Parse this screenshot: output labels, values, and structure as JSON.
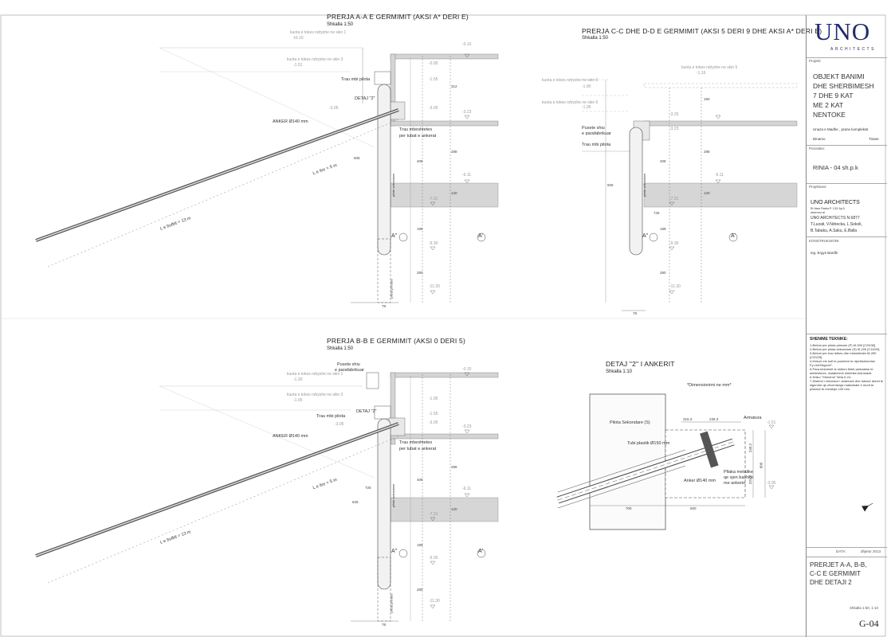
{
  "sections": {
    "aa": {
      "title": "PRERJA A-A E GERMIMIT  (AKSI A* DERI E)",
      "scale": "Shkalla 1:50"
    },
    "cc": {
      "title": "PRERJA C-C DHE D-D E GERMIMIT  (AKSI 5 DERI 9 DHE AKSI A* DERI E)",
      "scale": "Shkalla 1:50"
    },
    "bb": {
      "title": "PRERJA B-B E GERMIMIT (AKSI 0 DERI 5)",
      "scale": "Shkalla 1:50"
    },
    "detail": {
      "title": "DETAJ \"2\" I ANKERIT",
      "scale": "Shkalla 1:10",
      "note": "*Dimensionimi ne mm*"
    }
  },
  "labels": {
    "kuota_skin1": "kuota e tokes ndryshe ne skin 1",
    "kuota_skin3": "kuota e tokes ndryshe ne skin 3",
    "kuota_skin5": "kuota e tokes ndryshe ne skin 5",
    "kuota_skin6": "kuota e tokes ndryshe ne skin 6",
    "trau_mbi_pilota": "Trau mbi pilota",
    "detaj2": "DETAJ \"2\"",
    "anker": "ANKER Ø140 mm",
    "trau_mbeshtetes": "Trau mbeshtetes",
    "per_tubat": "per tubat e ankerat",
    "l_lire": "L e lire = 5 m",
    "l_bulbit": "L e bulbit = 13 m",
    "pusete1": "Pusete shiu",
    "pusete2": "e parafabrikuar",
    "pilota_sekondare": "pilota sekondare",
    "pilota_primare": "pilota primare",
    "axis_a2": "A\"",
    "axis_a1": "A'",
    "pilota_sek_s": "Pilota Sekondare (S)",
    "tubi_plastik": "Tubi plastik Ø150 mm",
    "anker140": "Anker Ø140 mm",
    "armatura": "Armatura",
    "pllaka1": "Pllaka metalike",
    "pllaka2": "qe vjen bashke",
    "pllaka3": "me ankerin"
  },
  "levels": {
    "l1": "±0.10",
    "l2": "-1.51",
    "l3": "-3.05",
    "l4": "-0.10",
    "l5": "-0.95",
    "l6": "-1.55",
    "l7": "-3.05",
    "l8": "-3.23",
    "l9": "-6.11",
    "l10": "-7.31",
    "l11": "-9.30",
    "l12": "-11.30",
    "l13": "-1.30",
    "l14": "-1.95",
    "l15": "-3.25",
    "l16": "-1.90",
    "l17": "-1.16"
  },
  "dims": {
    "d120": "120",
    "d95": "95",
    "d70": "70",
    "d312": "312",
    "d190": "190",
    "d288": "288",
    "d408": "408",
    "d605": "605",
    "d199": "199",
    "d280": "280",
    "d78": "78",
    "d725": "725",
    "d625": "625",
    "d3153": "315.3",
    "d2363": "236.3",
    "d700": "700",
    "d500": "500",
    "d2402": "240.2",
    "d2318": "231.8",
    "d600": "600",
    "d25": "2.5"
  },
  "title_block": {
    "logo": "UNO",
    "logo_sub": "ARCHITECTS",
    "projekt_label": "Projekt:",
    "project_lines": [
      "OBJEKT BANIMI",
      "DHE SHERBIMESH",
      "7 DHE 9 KAT",
      "ME 2 KAT",
      "NENTOKE"
    ],
    "address": "Unaza e Madhe , prane kompleksit",
    "place1": "Dinamo",
    "place2": "Tirane",
    "porosites_label": "Porosites:",
    "client": "RINIA - 04 sh.p.k",
    "projektues_label": "Projektues:",
    "designer": "UNO ARCHITECTS",
    "designer_addr1": "Rr.Vaso Pasha P. 13/1 Ap.5",
    "designer_addr2": "www.uno.al",
    "license": "UNO ARCHITECTS  N.6877",
    "team1": "T.Luzati, V.Ndrecka, L.Sokoli,",
    "team2": "B.Tabaku, A.Saku, E.Balla",
    "konstr_label": "KONSTRUKSIONI",
    "engineer": "ing. Ergys Bardhi",
    "notes_title": "SHENIME TEKNIKE:",
    "notes": [
      "1-Betoni per pilota primare (P) M-300 [C25/30].",
      "2-Betoni per pilota sekondare (S) M-200 [C16/20].",
      "3-Betoni per trau lidhes dhe mbeshtetes M-250 [C20/25].",
      "4-Hekuri me kufi te poshtem te rrjedhshmerise Fy>4400kg/cm².",
      "5-Para betonimit te shihen fletet perkatese te arkitektures, instalimeve elektrike,hidrosanit.",
      "6-Shiko \"Shenime\" fleta K-01.",
      "7-Sistemi i vendosur i ankerave dhe tubave duhet te sigurohe qe zhvendosja maksimale e murit te pilotave te rezultoje ≤30 mm."
    ],
    "data_label": "DATA:",
    "date": "dhjetor 2013",
    "sheet_title": [
      "PRERJET A-A, B-B,",
      "C-C E GERMIMIT",
      "DHE DETAJI 2"
    ],
    "sheet_scale": "Shkalla 1:50, 1:10",
    "sheet_no": "G-04"
  },
  "colors": {
    "shade": "#d4d4d4",
    "line": "#444444",
    "brand": "#1f2a6b",
    "ground": "#cfcfcf"
  }
}
